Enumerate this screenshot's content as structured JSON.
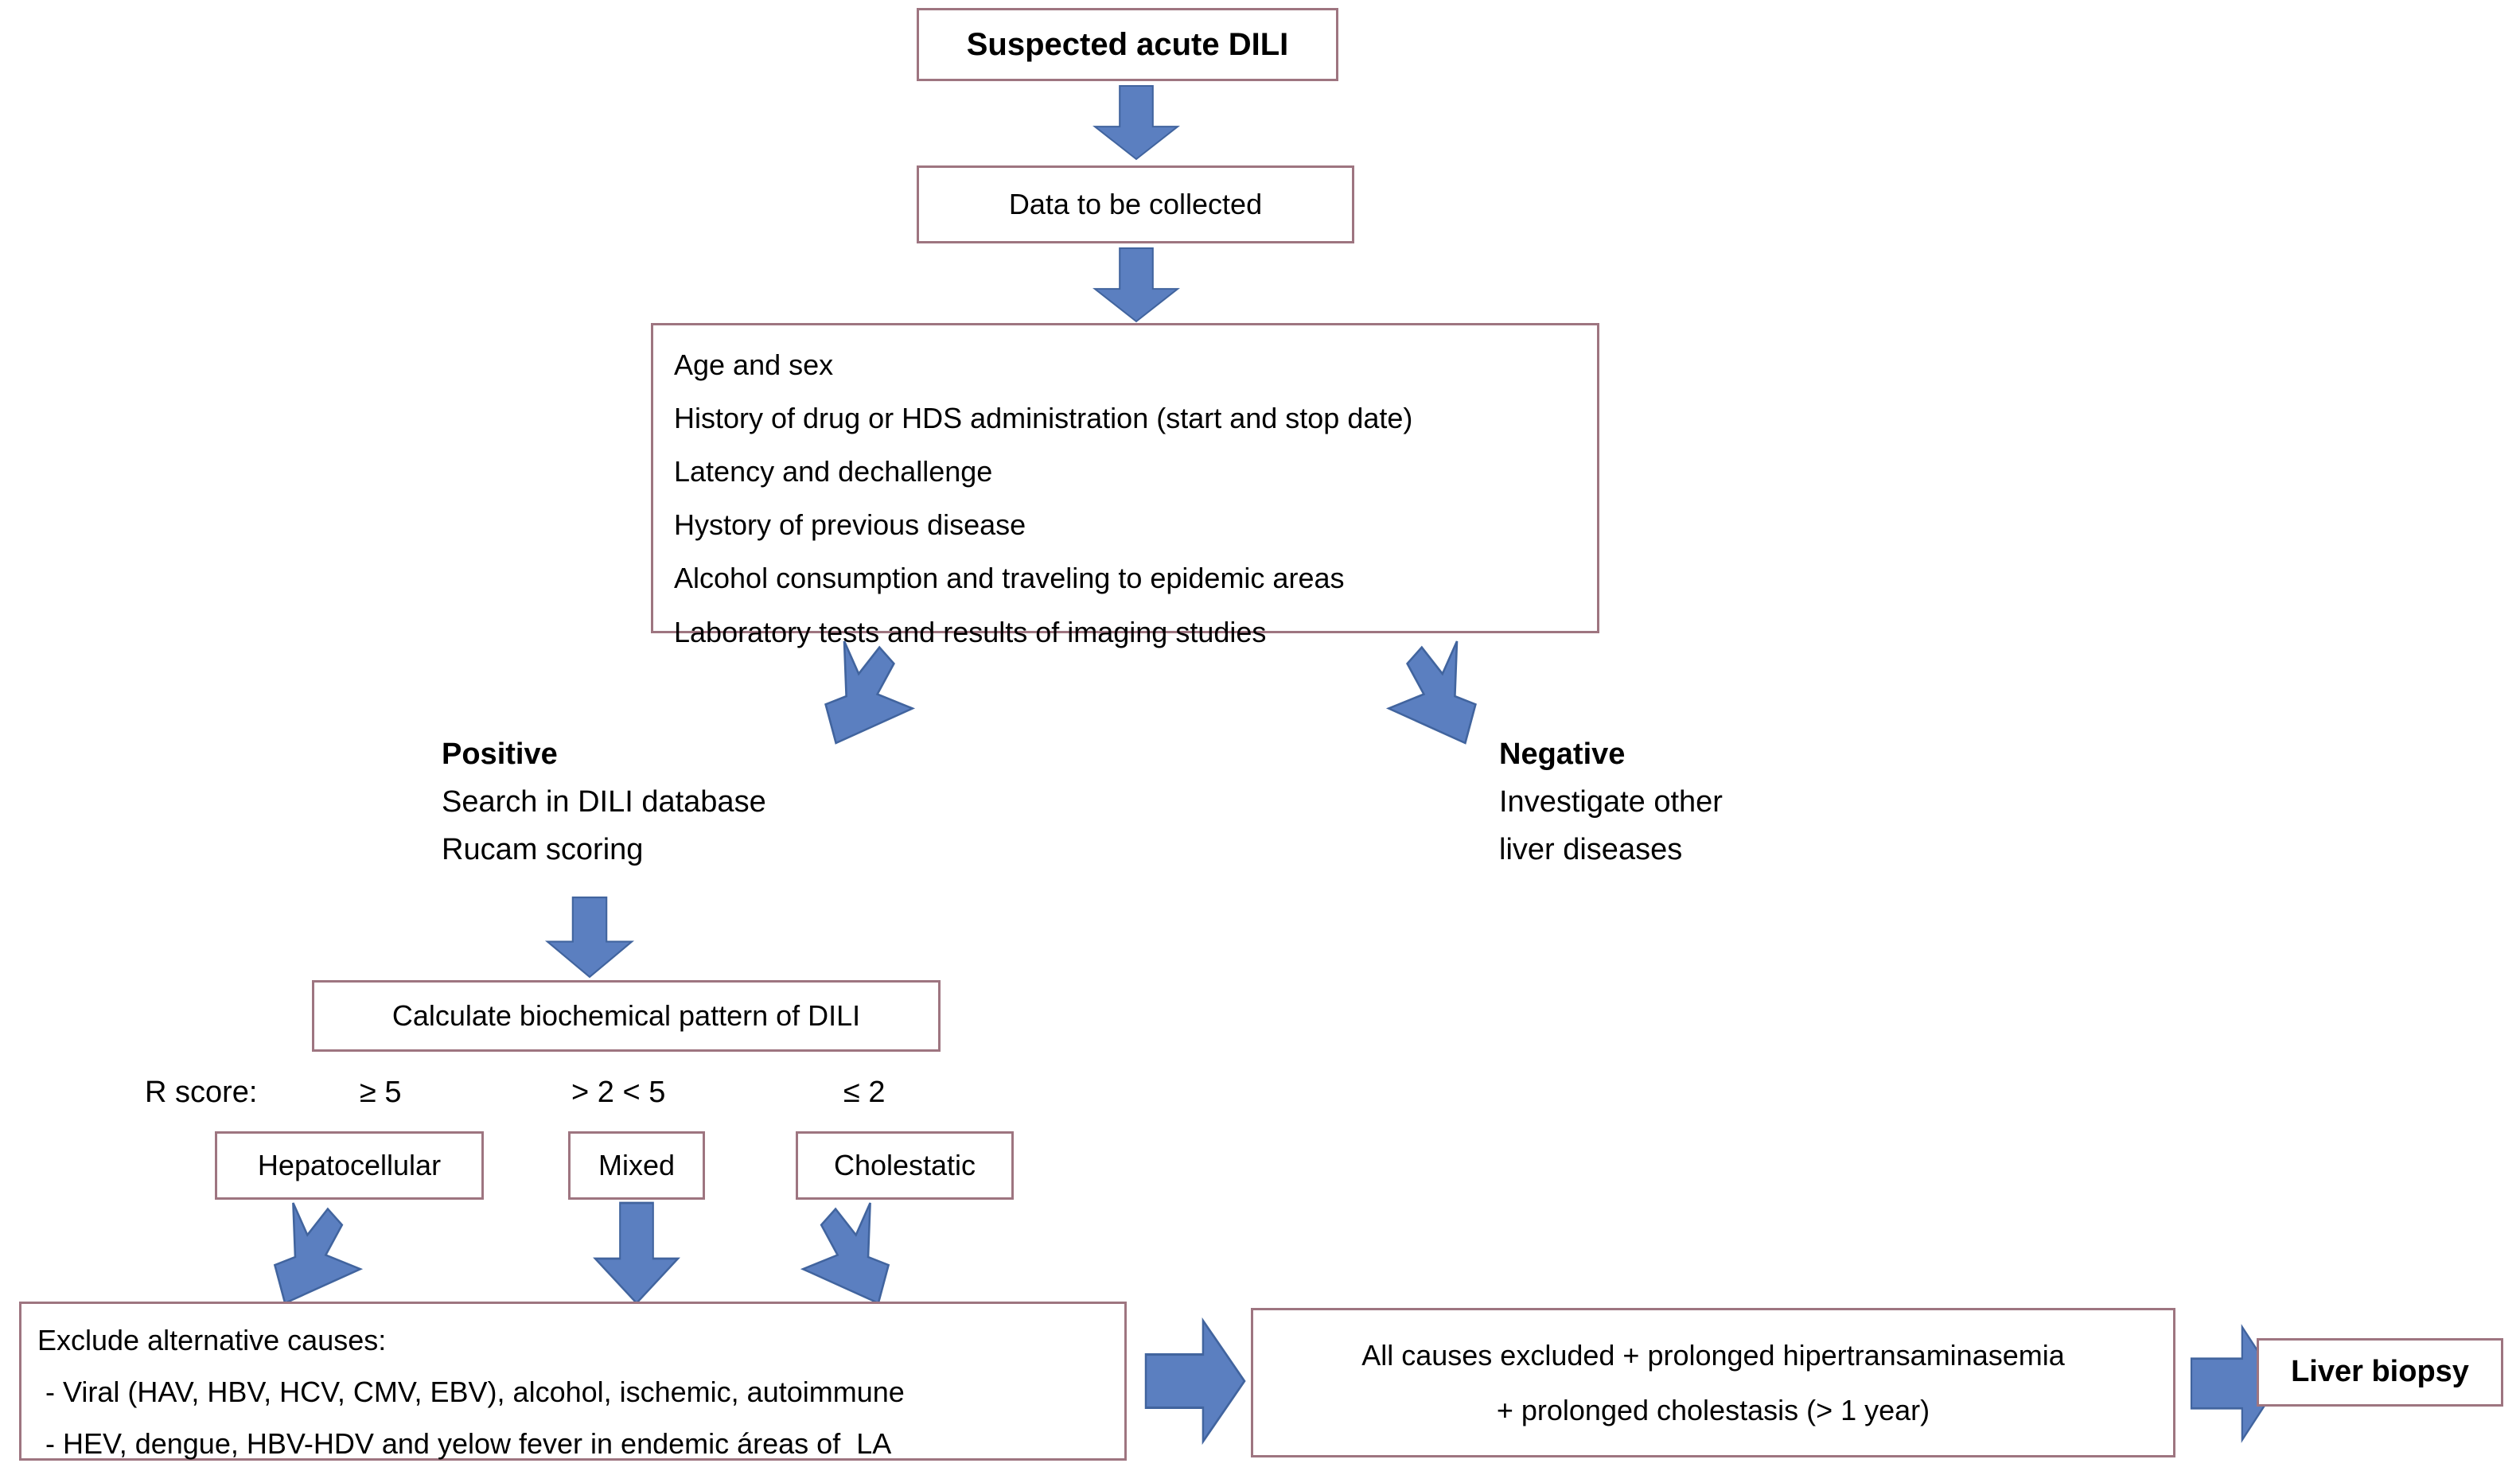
{
  "diagram": {
    "title_node": "Suspected acute DILI",
    "data_node": "Data to be collected",
    "data_items": [
      "Age and sex",
      "History of drug or HDS administration (start and stop date)",
      "Latency and dechallenge",
      "Hystory of previous disease",
      "Alcohol consumption and traveling to epidemic areas",
      "Laboratory tests and results of imaging studies"
    ],
    "positive_branch": {
      "heading": "Positive",
      "line1": "Search in DILI database",
      "line2": "Rucam scoring"
    },
    "negative_branch": {
      "heading": "Negative",
      "line1": "Investigate other",
      "line2": "liver diseases"
    },
    "calculate_node": "Calculate biochemical pattern of DILI",
    "r_score_label": "R score:",
    "r_score_values": [
      "≥ 5",
      "> 2 < 5",
      "≤ 2"
    ],
    "pattern_nodes": [
      "Hepatocellular",
      "Mixed",
      "Cholestatic"
    ],
    "exclude_node": {
      "heading": "Exclude alternative causes:",
      "line1": " - Viral (HAV, HBV, HCV, CMV, EBV), alcohol, ischemic, autoimmune",
      "line2": " - HEV, dengue, HBV-HDV and yelow fever in endemic áreas of  LA"
    },
    "all_causes_node": {
      "line1": "All causes excluded + prolonged hipertransaminasemia",
      "line2": "+ prolonged cholestasis (> 1 year)"
    },
    "biopsy_node": "Liver biopsy",
    "colors": {
      "box_border": "#9e7580",
      "arrow_fill": "#5b7fc0",
      "arrow_stroke": "#41649e",
      "text": "#000000",
      "background": "#ffffff"
    }
  }
}
